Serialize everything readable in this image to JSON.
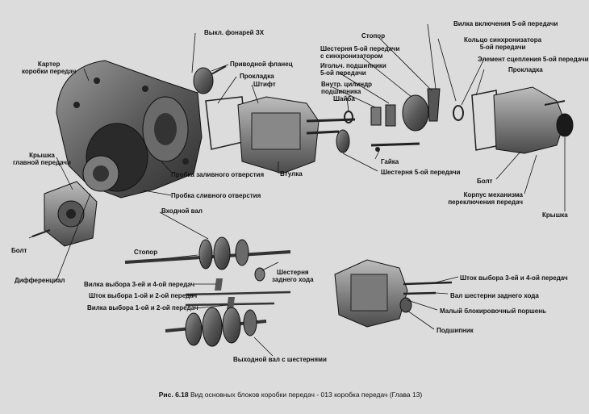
{
  "caption": {
    "figure": "Рис. 6.18",
    "text": "Вид основных блоков коробки передач - 013 коробка передач (Глава 13)"
  },
  "labels": {
    "lamp_switch": "Выкл. фонарей ЗХ",
    "drive_flange": "Приводной фланец",
    "gasket_top": "Прокладка",
    "pin": "Штифт",
    "case_line1": "Картер",
    "case_line2": "коробки передач",
    "cover_line1": "Крышка",
    "cover_line2": "главной передачи",
    "filler_plug": "Пробка заливного отверстия",
    "drain_plug": "Пробка сливного отверстия",
    "bushing": "Втулка",
    "bolt_left": "Болт",
    "differential": "Дифференциал",
    "input_shaft": "Входной вал",
    "stopper_top": "Стопор",
    "gear5_line1": "Шестерня 5-ой передачи",
    "gear5_line2": "с синхронизатором",
    "needle_line1": "Игольч. подшипники",
    "needle_line2": "5-ой передачи",
    "inner_race_line1": "Внутр. цилиндр",
    "inner_race_line2": "подшипника",
    "washer": "Шайба",
    "fork5": "Вилка включения 5-ой передачи",
    "sync_ring_line1": "Кольцо синхронизатора",
    "sync_ring_line2": "5-ой передачи",
    "clutch5": "Элемент сцепления 5-ой передачи",
    "gasket_right": "Прокладка",
    "nut": "Гайка",
    "gear5_drive": "Шестерня 5-ой передачи",
    "bolt_right": "Болт",
    "shift_housing_line1": "Корпус механизма",
    "shift_housing_line2": "переключения передач",
    "cover_right": "Крышка",
    "stopper_mid": "Стопор",
    "reverse_line1": "Шестерня",
    "reverse_line2": "заднего хода",
    "fork34": "Вилка выбора 3-ей и 4-ой передач",
    "rod12": "Шток выбора 1-ой и 2-ой передач",
    "fork12": "Вилка выбора 1-ой и 2-ой передач",
    "output_shaft": "Выходной вал с шестернями",
    "rod34": "Шток выбора 3-ей и 4-ой передач",
    "reverse_shaft": "Вал шестерни заднего хода",
    "interlock_piston": "Малый блокировочный поршень",
    "bearing": "Подшипник"
  }
}
